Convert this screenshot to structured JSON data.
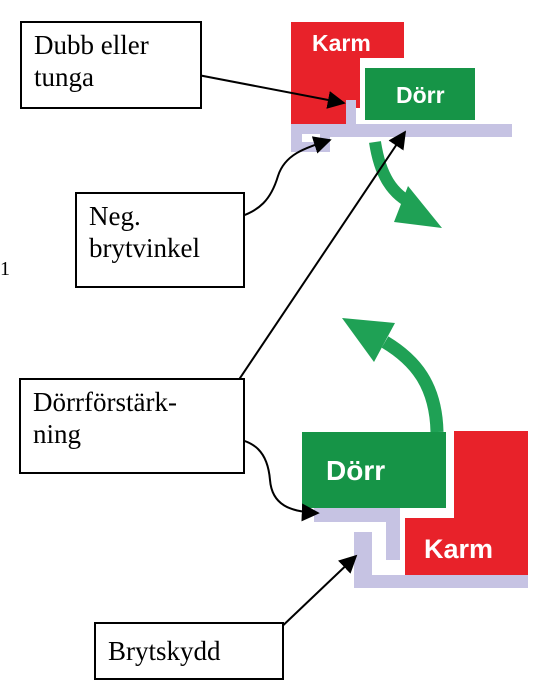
{
  "colors": {
    "karm": "#e8222a",
    "dorr": "#169447",
    "dorr_green_arrow": "#1fa155",
    "protector": "#c6c3e3",
    "outline": "#000000"
  },
  "blocks": {
    "top_karm": "Karm",
    "top_dorr": "Dörr",
    "bottom_dorr": "Dörr",
    "bottom_karm": "Karm"
  },
  "callouts": {
    "dubb": "Dubb eller\ntunga",
    "neg_bryt": "Neg.\nbrytvinkel",
    "dorrforstarkning": "Dörrförstärk-\nning",
    "brytskydd": "Brytskydd"
  },
  "stray_mark": "1"
}
